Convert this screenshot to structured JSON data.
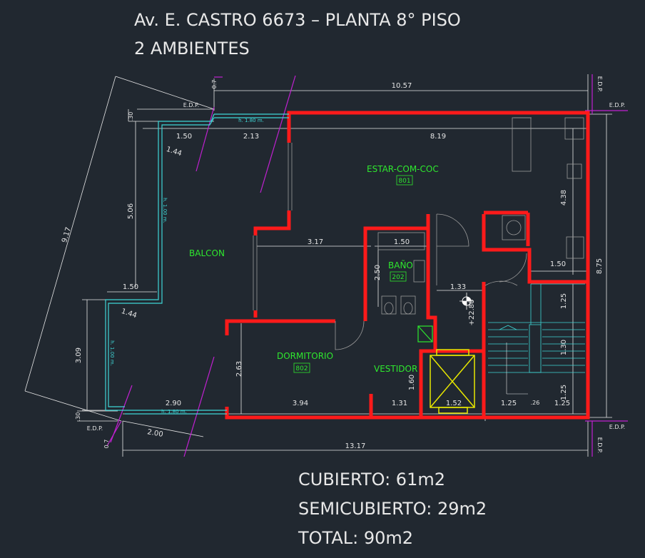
{
  "title": {
    "line1": "Av. E. CASTRO 6673   –  PLANTA 8° PISO",
    "line2": "2 AMBIENTES"
  },
  "rooms": {
    "estar": "ESTAR-COM-COC",
    "estar_code": "801",
    "balcon": "BALCON",
    "bano": "BAÑO",
    "bano_code": "202",
    "dormitorio": "DORMITORIO",
    "dormitorio_code": "802",
    "vestidor": "VESTIDOR"
  },
  "dimensions": {
    "top_total": "10.57",
    "bottom_total": "13.17",
    "d_150_top": "1.50",
    "d_213": "2.13",
    "d_819": "8.19",
    "d_144_top": "1.44",
    "d_506": "5.06",
    "d_917": "9.17",
    "d_317": "3.17",
    "d_150_bano": "1.50",
    "d_250": "2.50",
    "d_133": "1.33",
    "d_2280": "+22.80",
    "d_438": "4.38",
    "d_150_right": "1.50",
    "d_875": "8.75",
    "d_125_a": "1.25",
    "d_130": "1.30",
    "d_125_b": "1.25",
    "d_150_mid": "1.50",
    "d_144_mid": "1.44",
    "d_309": "3.09",
    "d_263": "2.63",
    "d_160": "1.60",
    "d_290": "2.90",
    "d_394": "3.94",
    "d_131": "1.31",
    "d_152": "1.52",
    "d_125_c": "1.25",
    "d_26": ".26",
    "d_125_d": "1.25",
    "d_200": "2.00",
    "d_30_top": ".30",
    "d_30_bot": ".30",
    "d_07_top": "0.7",
    "d_07_bot": "0.7"
  },
  "edp": {
    "top_left": "E.D.P.",
    "top_right_v": "E.D.P.",
    "right_top": "E.D.P.",
    "bottom_left": "E.D.P.",
    "right_bottom": "E.D.P.",
    "bottom_right_v": "E.D.P."
  },
  "railing": {
    "h180_top": "h. 1.80 m.",
    "h100_a": "h. 1.00 m.",
    "h100_b": "h. 1.00 m.",
    "h180_bot": "h. 1.80 m."
  },
  "totals": {
    "cubierto": "CUBIERTO:  61m2",
    "semicubierto": "SEMICUBIERTO:  29m2",
    "total": "TOTAL:  90m2"
  },
  "colors": {
    "background": "#212830",
    "wall": "#ff1a1a",
    "dimension": "#e6e6e6",
    "room_label": "#2ee82e",
    "railing": "#3fd6d6",
    "edp_marker": "#c020d0",
    "elevator": "#e8e800"
  }
}
